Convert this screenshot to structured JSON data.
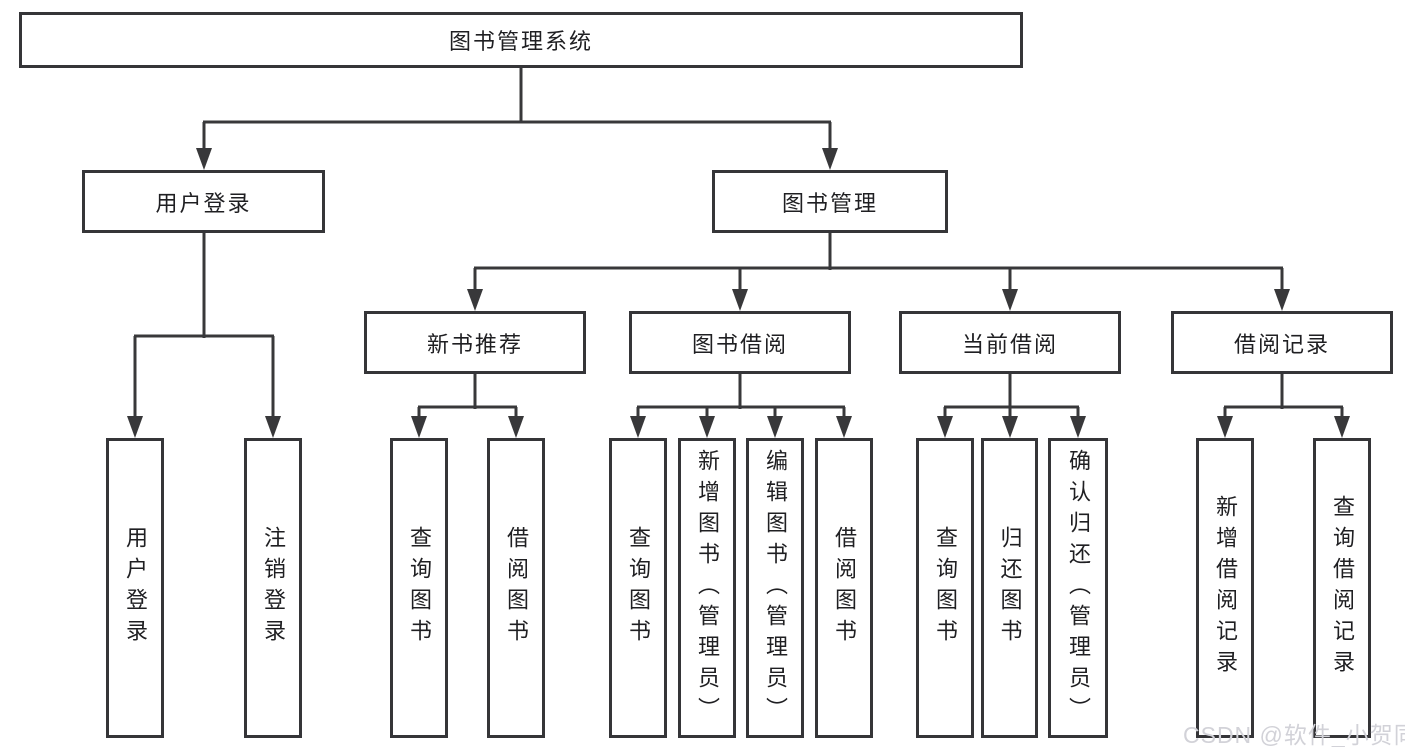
{
  "tree": {
    "label": "图书管理系统",
    "children": [
      {
        "label": "用户登录",
        "children": [
          {
            "label": "用户登录"
          },
          {
            "label": "注销登录"
          }
        ]
      },
      {
        "label": "图书管理",
        "children": [
          {
            "label": "新书推荐",
            "children": [
              {
                "label": "查询图书"
              },
              {
                "label": "借阅图书"
              }
            ]
          },
          {
            "label": "图书借阅",
            "children": [
              {
                "label": "查询图书"
              },
              {
                "label": "新增图书（管理员）"
              },
              {
                "label": "编辑图书（管理员）"
              },
              {
                "label": "借阅图书"
              }
            ]
          },
          {
            "label": "当前借阅",
            "children": [
              {
                "label": "查询图书"
              },
              {
                "label": "归还图书"
              },
              {
                "label": "确认归还（管理员）"
              }
            ]
          },
          {
            "label": "借阅记录",
            "children": [
              {
                "label": "新增借阅记录"
              },
              {
                "label": "查询借阅记录"
              }
            ]
          }
        ]
      }
    ]
  },
  "watermark": {
    "text": "CSDN @软件_小贺同学"
  },
  "colors": {
    "line": "#38383a",
    "box_border": "#353538",
    "text": "#1f1f22",
    "background": "#ffffff",
    "watermark": "#d2d2d8"
  }
}
